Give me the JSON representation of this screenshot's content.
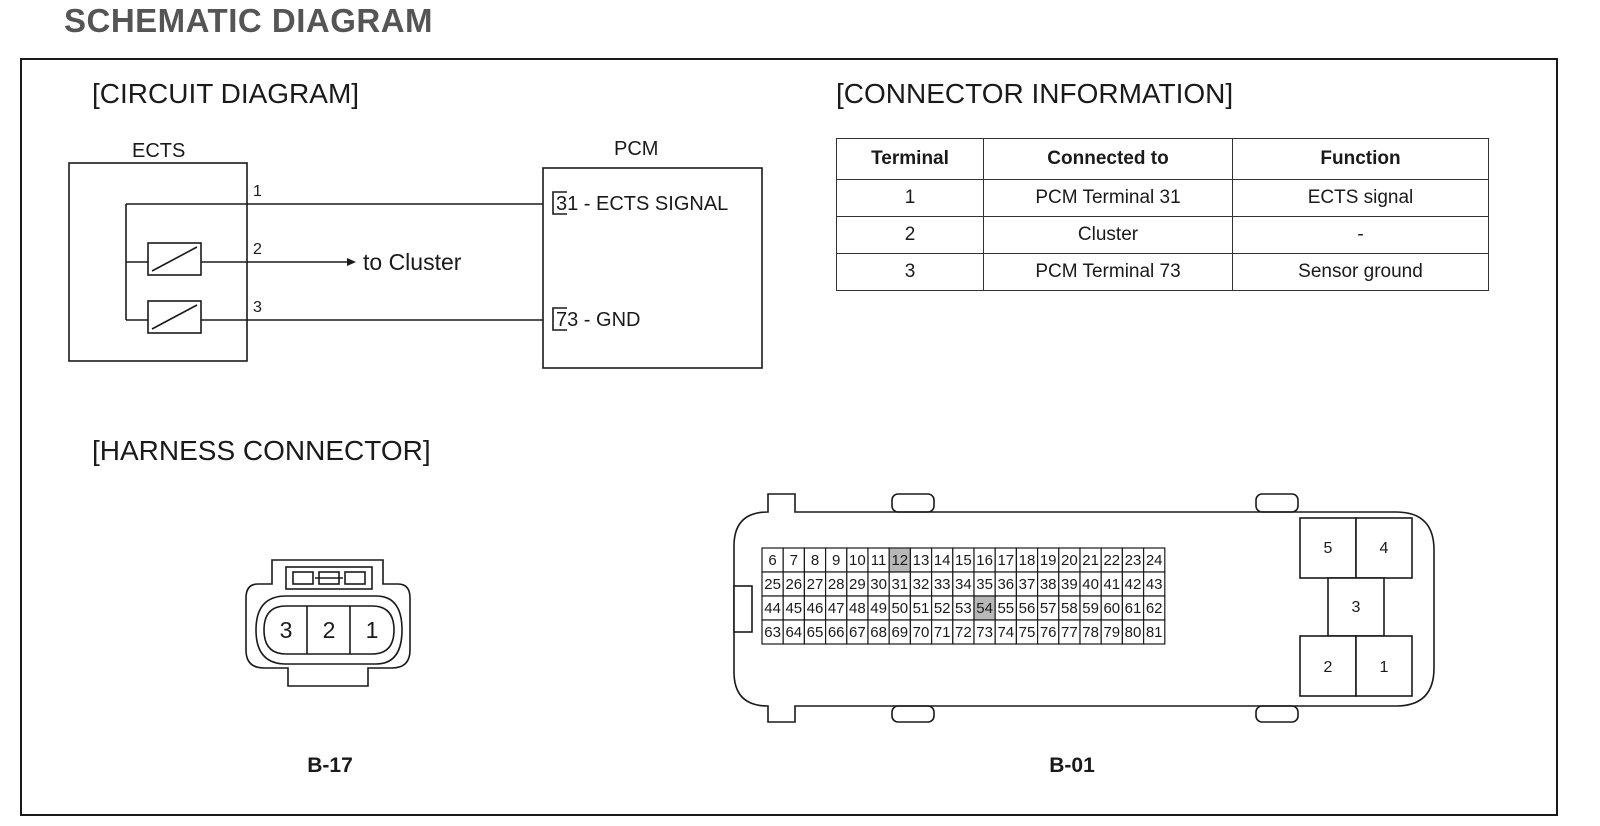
{
  "page_title": "SCHEMATIC DIAGRAM",
  "sections": {
    "circuit": "[CIRCUIT DIAGRAM]",
    "connector_info": "[CONNECTOR INFORMATION]",
    "harness": "[HARNESS CONNECTOR]"
  },
  "circuit": {
    "ects_label": "ECTS",
    "pcm_label": "PCM",
    "pin1": "1",
    "pin2": "2",
    "pin3": "3",
    "pcm_pin31": "31 - ECTS SIGNAL",
    "pcm_pin73": "73 - GND",
    "to_cluster": "to Cluster"
  },
  "connector_table": {
    "headers": [
      "Terminal",
      "Connected to",
      "Function"
    ],
    "rows": [
      [
        "1",
        "PCM Terminal 31",
        "ECTS signal"
      ],
      [
        "2",
        "Cluster",
        "-"
      ],
      [
        "3",
        "PCM Terminal 73",
        "Sensor ground"
      ]
    ]
  },
  "harness": {
    "b17": {
      "caption": "B-17",
      "pins": [
        "3",
        "2",
        "1"
      ]
    },
    "b01": {
      "caption": "B-01",
      "rows": [
        [
          "6",
          "7",
          "8",
          "9",
          "10",
          "11",
          "12",
          "13",
          "14",
          "15",
          "16",
          "17",
          "18",
          "19",
          "20",
          "21",
          "22",
          "23",
          "24"
        ],
        [
          "25",
          "26",
          "27",
          "28",
          "29",
          "30",
          "31",
          "32",
          "33",
          "34",
          "35",
          "36",
          "37",
          "38",
          "39",
          "40",
          "41",
          "42",
          "43"
        ],
        [
          "44",
          "45",
          "46",
          "47",
          "48",
          "49",
          "50",
          "51",
          "52",
          "53",
          "54",
          "55",
          "56",
          "57",
          "58",
          "59",
          "60",
          "61",
          "62"
        ],
        [
          "63",
          "64",
          "65",
          "66",
          "67",
          "68",
          "69",
          "70",
          "71",
          "72",
          "73",
          "74",
          "75",
          "76",
          "77",
          "78",
          "79",
          "80",
          "81"
        ]
      ],
      "highlighted": [
        "12",
        "54"
      ],
      "big_pins": [
        "5",
        "4",
        "3",
        "2",
        "1"
      ]
    }
  },
  "colors": {
    "line": "#1a1a1a",
    "title": "#555555",
    "highlight": "#b8b8b8"
  }
}
